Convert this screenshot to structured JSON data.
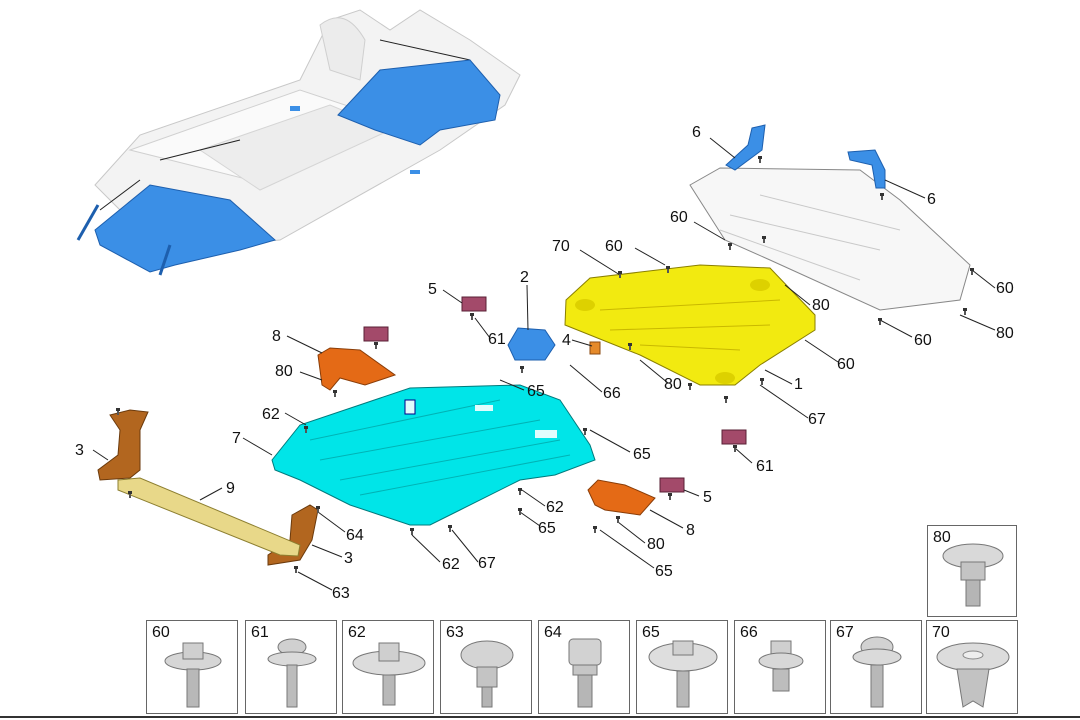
{
  "colors": {
    "front_cover": "#3b8fe6",
    "center_panel": "#00e5e8",
    "rear_panel": "#f2ea10",
    "brackets": "#e46a16",
    "side_brace": "#b2661f",
    "rail": "#e8d889",
    "mounts": "#a34a6a",
    "ghost": "#f4f4f4",
    "outline": "#555555"
  },
  "callouts": {
    "c1": "1",
    "c2": "2",
    "c3a": "3",
    "c3b": "3",
    "c4": "4",
    "c5a": "5",
    "c5b": "5",
    "c6a": "6",
    "c6b": "6",
    "c7": "7",
    "c8a": "8",
    "c8b": "8",
    "c9": "9",
    "c60a": "60",
    "c60b": "60",
    "c60c": "60",
    "c60d": "60",
    "c60e": "60",
    "c61a": "61",
    "c61b": "61",
    "c62a": "62",
    "c62b": "62",
    "c62c": "62",
    "c63": "63",
    "c64": "64",
    "c65a": "65",
    "c65b": "65",
    "c65c": "65",
    "c65d": "65",
    "c66": "66",
    "c67a": "67",
    "c67b": "67",
    "c70": "70",
    "c80a": "80",
    "c80b": "80",
    "c80c": "80",
    "c80d": "80",
    "c80e": "80"
  },
  "fasteners": [
    {
      "label": "60",
      "icon": "flange-hex-bolt-icon"
    },
    {
      "label": "61",
      "icon": "hex-bolt-icon"
    },
    {
      "label": "62",
      "icon": "wide-flange-bolt-icon"
    },
    {
      "label": "63",
      "icon": "stepped-bolt-icon"
    },
    {
      "label": "64",
      "icon": "hex-screw-icon"
    },
    {
      "label": "65",
      "icon": "large-washer-bolt-icon"
    },
    {
      "label": "66",
      "icon": "short-hex-bolt-icon"
    },
    {
      "label": "67",
      "icon": "torx-bolt-icon"
    },
    {
      "label": "70",
      "icon": "push-rivet-icon"
    },
    {
      "label": "80",
      "icon": "clip-rivet-icon"
    }
  ]
}
